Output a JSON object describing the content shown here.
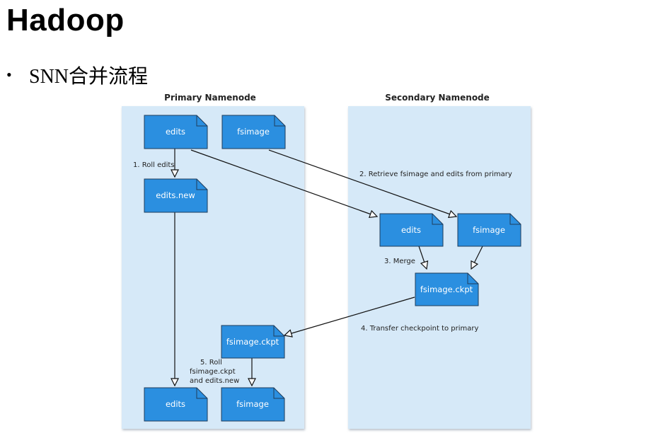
{
  "slide": {
    "title": "Hadoop",
    "bullet": "SNN合并流程"
  },
  "diagram": {
    "panels": {
      "primary": "Primary Namenode",
      "secondary": "Secondary Namenode"
    },
    "nodes": {
      "p_edits": "edits",
      "p_fsimage": "fsimage",
      "p_edits_new": "edits.new",
      "p_fsimage_ckpt": "fsimage.ckpt",
      "p_edits_final": "edits",
      "p_fsimage_final": "fsimage",
      "s_edits": "edits",
      "s_fsimage": "fsimage",
      "s_fsimage_ckpt": "fsimage.ckpt"
    },
    "steps": {
      "step1": "1. Roll edits",
      "step2": "2. Retrieve fsimage and edits from primary",
      "step3": "3. Merge",
      "step4": "4. Transfer checkpoint to primary",
      "step5_line1": "5. Roll",
      "step5_line2": "fsimage.ckpt",
      "step5_line3": "and edits.new"
    },
    "colors": {
      "panel_fill": "#d6e9f8",
      "node_fill": "#2b8fe0",
      "node_stroke": "#1f3c5a",
      "arrow": "#111111"
    }
  }
}
